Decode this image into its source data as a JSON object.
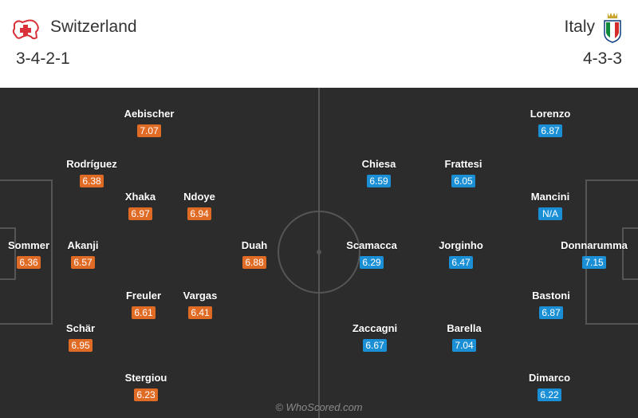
{
  "home": {
    "name": "Switzerland",
    "formation": "3-4-2-1",
    "logo_icon": "swiss-cross-logo",
    "color": "#e06b25",
    "players": [
      {
        "name": "Sommer",
        "rating": "6.36"
      },
      {
        "name": "Akanji",
        "rating": "6.57"
      },
      {
        "name": "Schär",
        "rating": "6.95"
      },
      {
        "name": "Rodríguez",
        "rating": "6.38"
      },
      {
        "name": "Aebischer",
        "rating": "7.07"
      },
      {
        "name": "Xhaka",
        "rating": "6.97"
      },
      {
        "name": "Ndoye",
        "rating": "6.94"
      },
      {
        "name": "Freuler",
        "rating": "6.61"
      },
      {
        "name": "Vargas",
        "rating": "6.41"
      },
      {
        "name": "Stergiou",
        "rating": "6.23"
      },
      {
        "name": "Duah",
        "rating": "6.88"
      }
    ]
  },
  "away": {
    "name": "Italy",
    "formation": "4-3-3",
    "logo_icon": "italy-crest-logo",
    "color": "#1a8fd6",
    "players": [
      {
        "name": "Donnarumma",
        "rating": "7.15"
      },
      {
        "name": "Lorenzo",
        "rating": "6.87"
      },
      {
        "name": "Mancini",
        "rating": "N/A"
      },
      {
        "name": "Bastoni",
        "rating": "6.87"
      },
      {
        "name": "Dimarco",
        "rating": "6.22"
      },
      {
        "name": "Frattesi",
        "rating": "6.05"
      },
      {
        "name": "Jorginho",
        "rating": "6.47"
      },
      {
        "name": "Barella",
        "rating": "7.04"
      },
      {
        "name": "Chiesa",
        "rating": "6.59"
      },
      {
        "name": "Scamacca",
        "rating": "6.29"
      },
      {
        "name": "Zaccagni",
        "rating": "6.67"
      }
    ]
  },
  "watermark": "© WhoScored.com",
  "pitch_color": "#2c2c2c"
}
